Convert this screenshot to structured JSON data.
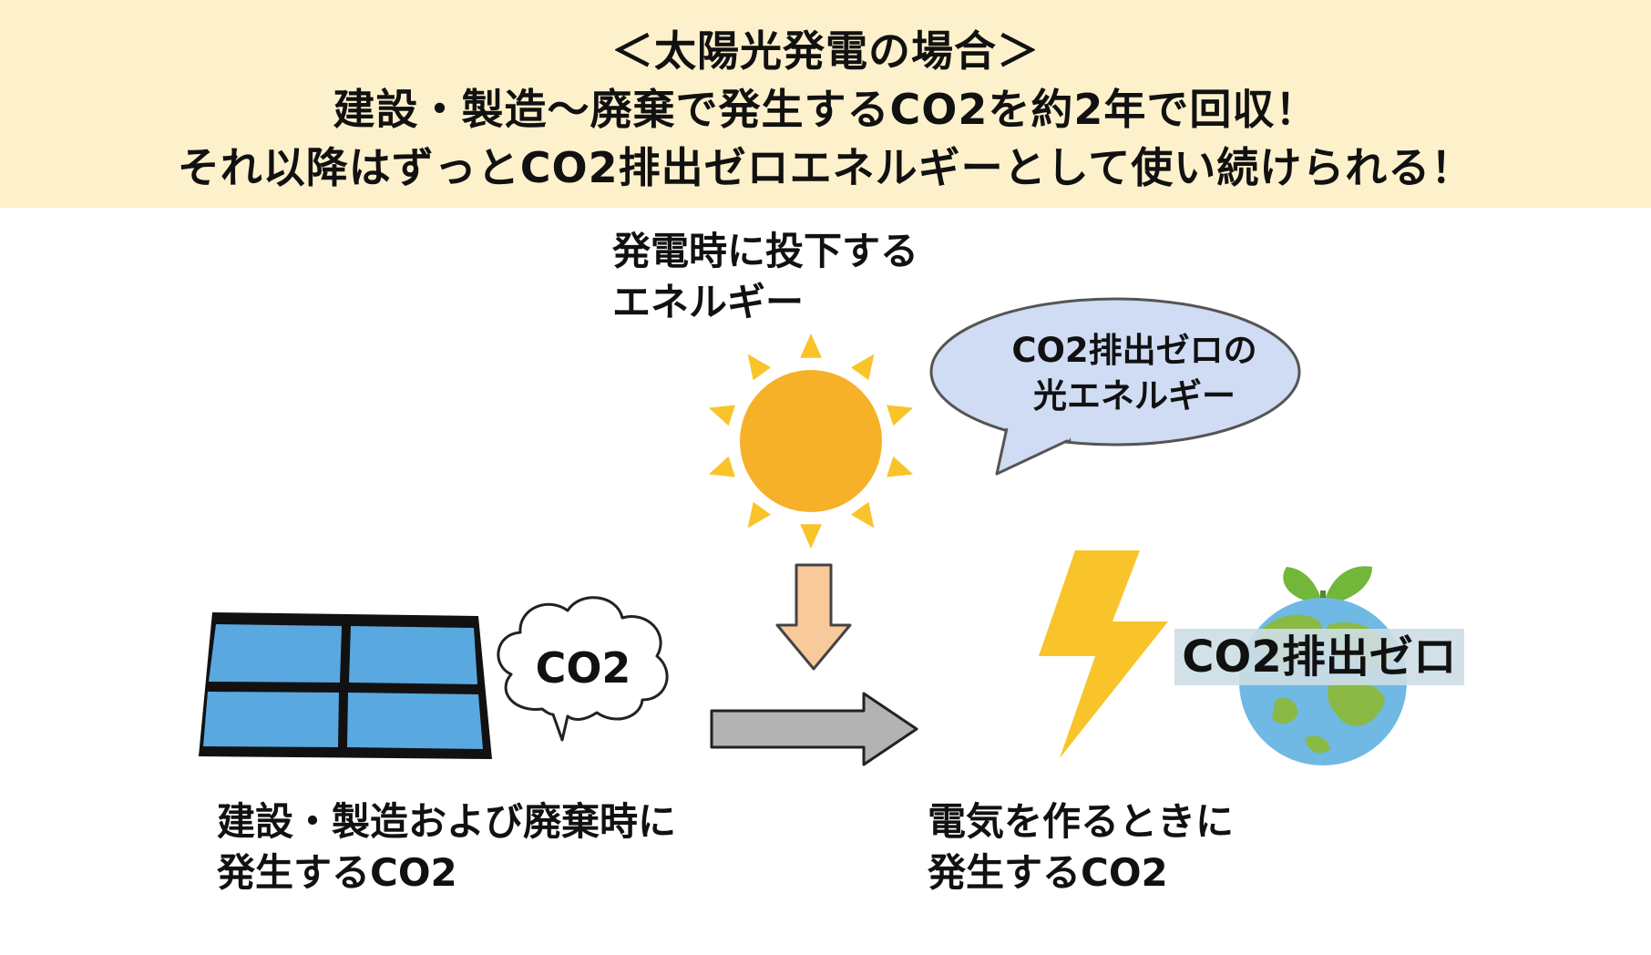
{
  "header": {
    "line1": "＜太陽光発電の場合＞",
    "line2": "建設・製造〜廃棄で発生するCO2を約2年で回収！",
    "line3": "それ以降はずっとCO2排出ゼロエネルギーとして使い続けられる！"
  },
  "sun_caption": {
    "line1": "発電時に投下する",
    "line2": "エネルギー"
  },
  "speech_bubble": {
    "line1": "CO2排出ゼロの",
    "line2": "光エネルギー"
  },
  "cloud_label": "CO2",
  "zero_label": "CO2排出ゼロ",
  "left_caption": {
    "line1": "建設・製造および廃棄時に",
    "line2": "発生するCO2"
  },
  "right_caption": {
    "line1": "電気を作るときに",
    "line2": "発生するCO2"
  },
  "icons": [
    "sun-icon",
    "solar-panel-icon",
    "co2-cloud-icon",
    "lightning-icon",
    "earth-sprout-icon",
    "down-arrow-icon",
    "right-arrow-icon"
  ],
  "colors": {
    "banner_bg": "#fdf1cc",
    "sun": "#f6b129",
    "panel_cell": "#5aa8e0",
    "bubble": "#cfdcf3",
    "down_arrow": "#f7c99b",
    "right_arrow": "#b3b3b3",
    "lightning": "#f8c42a",
    "zero_label_bg": "#cddee4"
  }
}
